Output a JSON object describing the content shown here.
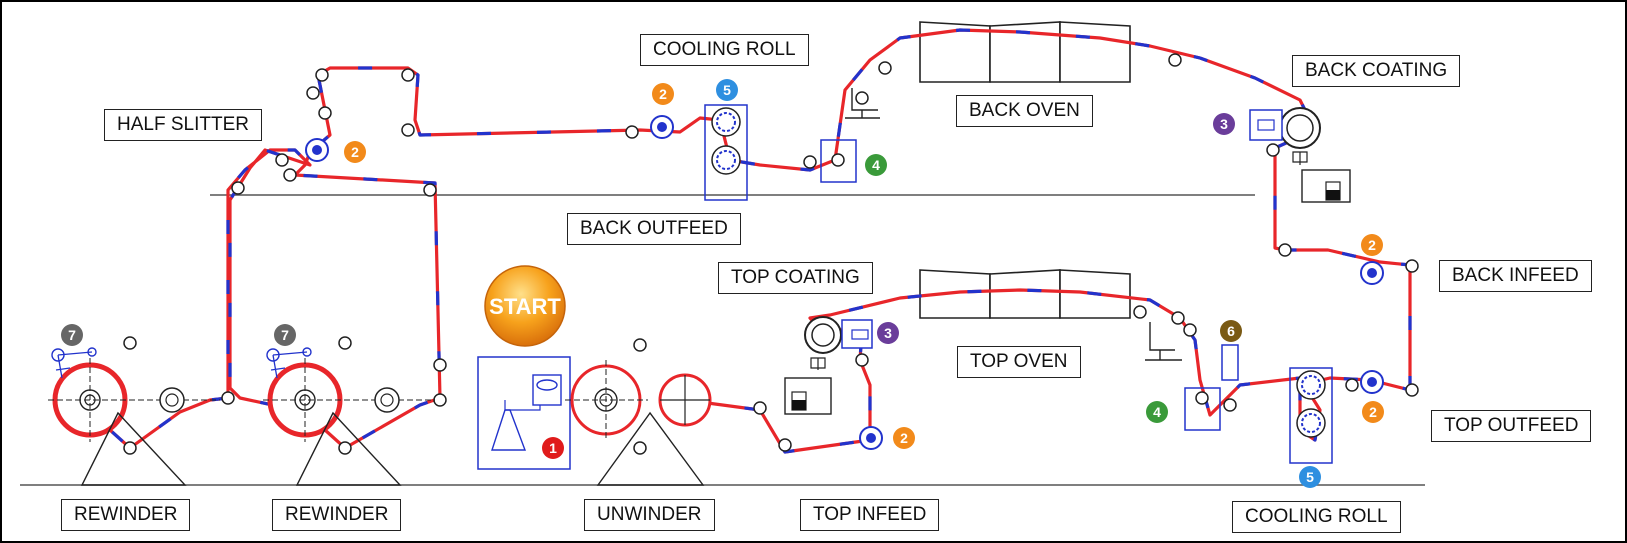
{
  "labels": {
    "half_slitter": "HALF SLITTER",
    "cooling_roll_top": "COOLING ROLL",
    "back_oven": "BACK OVEN",
    "back_coating": "BACK COATING",
    "back_outfeed": "BACK OUTFEED",
    "back_infeed": "BACK INFEED",
    "top_coating": "TOP COATING",
    "top_oven": "TOP OVEN",
    "top_outfeed": "TOP OUTFEED",
    "rewinder_1": "REWINDER",
    "rewinder_2": "REWINDER",
    "unwinder": "UNWINDER",
    "top_infeed": "TOP INFEED",
    "cooling_roll_bottom": "COOLING ROLL"
  },
  "start_button": "START",
  "badges": {
    "b1": "1",
    "b2a": "2",
    "b2b": "2",
    "b2c": "2",
    "b2d": "2",
    "b2e": "2",
    "b3a": "3",
    "b3b": "3",
    "b4a": "4",
    "b4b": "4",
    "b5a": "5",
    "b5b": "5",
    "b6": "6",
    "b7a": "7",
    "b7b": "7"
  },
  "colors": {
    "web_red": "#e8262a",
    "web_blue": "#2233cc",
    "badge_1": "#e01b1b",
    "badge_2": "#f28a1a",
    "badge_3": "#6a3d9a",
    "badge_4": "#3a9a3a",
    "badge_5": "#2e8fe0",
    "badge_6": "#7a5a14",
    "badge_7": "#666666",
    "start": "#f39a1c"
  }
}
